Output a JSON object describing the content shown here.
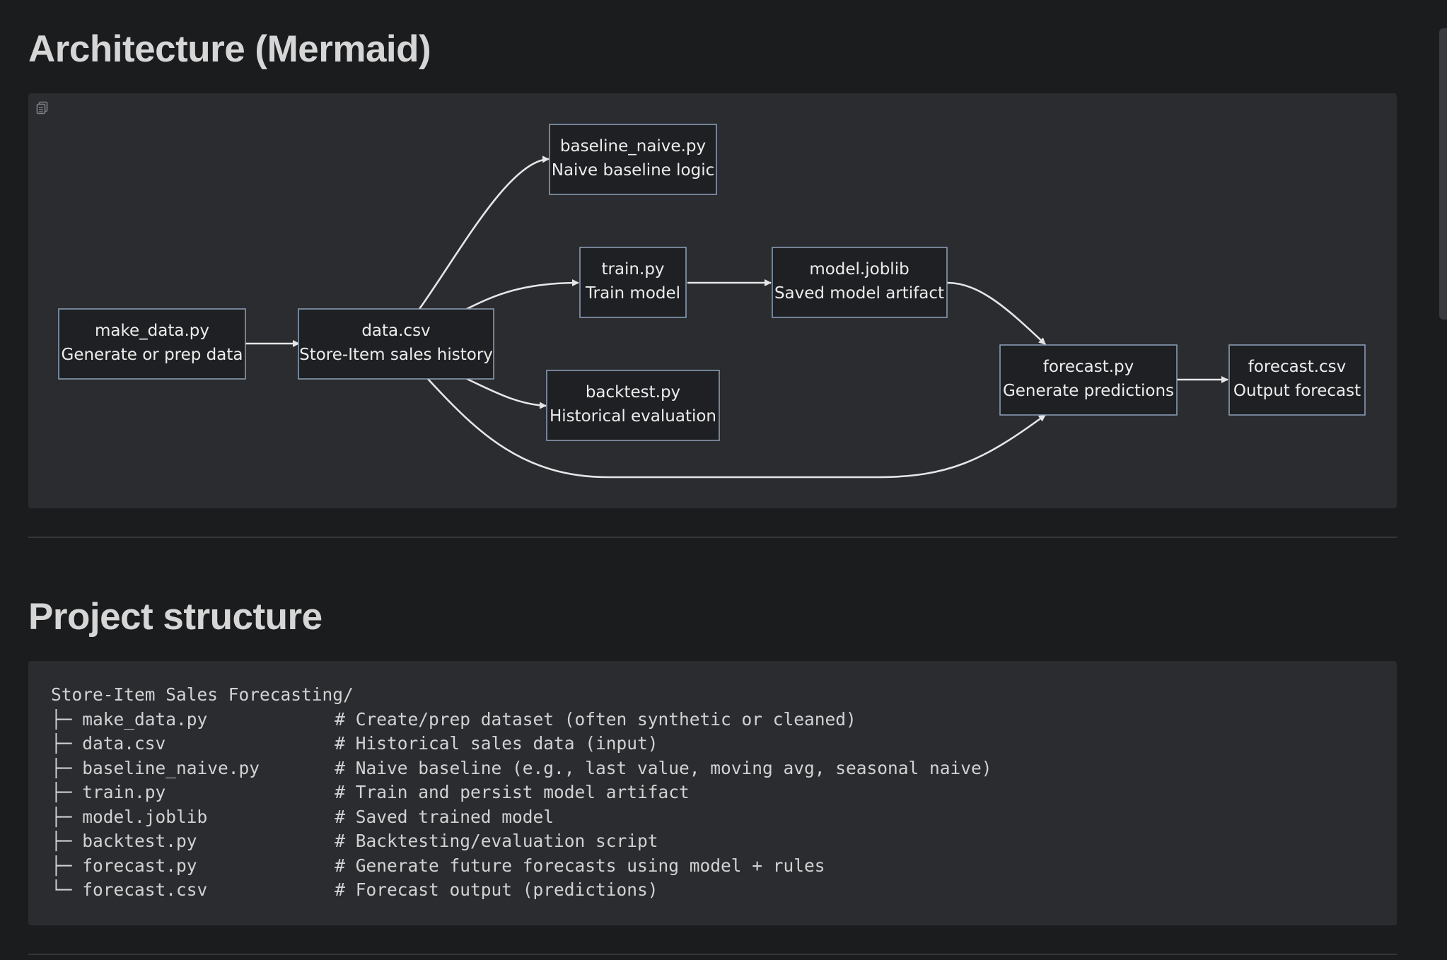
{
  "sections": {
    "architecture_title": "Architecture (Mermaid)",
    "project_title": "Project structure"
  },
  "diagram": {
    "copy_icon": "copy-icon",
    "nodes": {
      "make_data": {
        "title": "make_data.py",
        "desc": "Generate or prep data"
      },
      "data_csv": {
        "title": "data.csv",
        "desc": "Store-Item sales history"
      },
      "baseline": {
        "title": "baseline_naive.py",
        "desc": "Naive baseline logic"
      },
      "train": {
        "title": "train.py",
        "desc": "Train model"
      },
      "model": {
        "title": "model.joblib",
        "desc": "Saved model artifact"
      },
      "backtest": {
        "title": "backtest.py",
        "desc": "Historical evaluation"
      },
      "forecast_py": {
        "title": "forecast.py",
        "desc": "Generate predictions"
      },
      "forecast_csv": {
        "title": "forecast.csv",
        "desc": "Output forecast"
      }
    },
    "edges": [
      [
        "make_data",
        "data_csv"
      ],
      [
        "data_csv",
        "baseline"
      ],
      [
        "data_csv",
        "train"
      ],
      [
        "data_csv",
        "backtest"
      ],
      [
        "data_csv",
        "forecast_py"
      ],
      [
        "train",
        "model"
      ],
      [
        "model",
        "forecast_py"
      ],
      [
        "forecast_py",
        "forecast_csv"
      ]
    ]
  },
  "structure": {
    "root": "Store-Item Sales Forecasting/",
    "entries": [
      {
        "branch": "├─",
        "name": "make_data.py",
        "comment": "# Create/prep dataset (often synthetic or cleaned)"
      },
      {
        "branch": "├─",
        "name": "data.csv",
        "comment": "# Historical sales data (input)"
      },
      {
        "branch": "├─",
        "name": "baseline_naive.py",
        "comment": "# Naive baseline (e.g., last value, moving avg, seasonal naive)"
      },
      {
        "branch": "├─",
        "name": "train.py",
        "comment": "# Train and persist model artifact"
      },
      {
        "branch": "├─",
        "name": "model.joblib",
        "comment": "# Saved trained model"
      },
      {
        "branch": "├─",
        "name": "backtest.py",
        "comment": "# Backtesting/evaluation script"
      },
      {
        "branch": "├─",
        "name": "forecast.py",
        "comment": "# Generate future forecasts using model + rules"
      },
      {
        "branch": "└─",
        "name": "forecast.csv",
        "comment": "# Forecast output (predictions)"
      }
    ]
  }
}
